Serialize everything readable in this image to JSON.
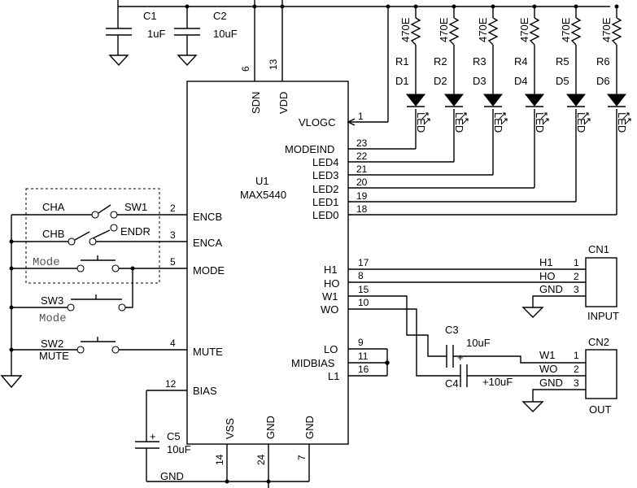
{
  "ic": {
    "refdes": "U1",
    "part": "MAX5440",
    "pins": {
      "sdn": "SDN",
      "vdd": "VDD",
      "vlogc": "VLOGC",
      "modeind": "MODEIND",
      "led4": "LED4",
      "led3": "LED3",
      "led2": "LED2",
      "led1": "LED1",
      "led0": "LED0",
      "encb": "ENCB",
      "enca": "ENCA",
      "mode": "MODE",
      "h1": "H1",
      "ho": "HO",
      "w1": "W1",
      "wo": "WO",
      "mute": "MUTE",
      "lo": "LO",
      "midbias": "MIDBIAS",
      "l1": "L1",
      "bias": "BIAS",
      "vss": "VSS",
      "gnd_a": "GND",
      "gnd_b": "GND"
    },
    "pin_numbers": {
      "sdn": "6",
      "vdd": "13",
      "vlogc": "1",
      "modeind": "23",
      "led4": "22",
      "led3": "21",
      "led2": "20",
      "led1": "19",
      "led0": "18",
      "encb": "2",
      "enca": "3",
      "mode": "5",
      "h1": "17",
      "ho": "8",
      "w1": "15",
      "wo": "10",
      "mute": "4",
      "lo": "9",
      "midbias": "11",
      "l1": "16",
      "bias": "12",
      "vss": "14",
      "gnd_a": "24",
      "gnd_b": "7"
    }
  },
  "caps": {
    "c1": {
      "ref": "C1",
      "value": "1uF"
    },
    "c2": {
      "ref": "C2",
      "value": "10uF"
    },
    "c3": {
      "ref": "C3",
      "value": "10uF"
    },
    "c4": {
      "ref": "C4",
      "value": "+10uF"
    },
    "c5": {
      "ref": "C5",
      "value": "10uF"
    },
    "plus": "+"
  },
  "resistors": [
    {
      "ref": "R1",
      "value": "470E"
    },
    {
      "ref": "R2",
      "value": "470E"
    },
    {
      "ref": "R3",
      "value": "470E"
    },
    {
      "ref": "R4",
      "value": "470E"
    },
    {
      "ref": "R5",
      "value": "470E"
    },
    {
      "ref": "R6",
      "value": "470E"
    }
  ],
  "leds": [
    {
      "ref": "D1",
      "label": "LED"
    },
    {
      "ref": "D2",
      "label": "LED"
    },
    {
      "ref": "D3",
      "label": "LED"
    },
    {
      "ref": "D4",
      "label": "LED"
    },
    {
      "ref": "D5",
      "label": "LED"
    },
    {
      "ref": "D6",
      "label": "LED"
    }
  ],
  "switches": {
    "cha": "CHA",
    "sw1": "SW1",
    "chb": "CHB",
    "endr": "ENDR",
    "mode_in_box": "Mode",
    "sw3": "SW3",
    "sw3_label": "Mode",
    "sw2": "SW2",
    "sw2_label": "MUTE"
  },
  "cn1": {
    "ref": "CN1",
    "name": "INPUT",
    "pins": [
      {
        "num": "1",
        "label": "H1"
      },
      {
        "num": "2",
        "label": "HO"
      },
      {
        "num": "3",
        "label": "GND"
      }
    ]
  },
  "cn2": {
    "ref": "CN2",
    "name": "OUT",
    "pins": [
      {
        "num": "1",
        "label": "W1"
      },
      {
        "num": "2",
        "label": "WO"
      },
      {
        "num": "3",
        "label": "GND"
      }
    ]
  },
  "gnd_net": "GND"
}
